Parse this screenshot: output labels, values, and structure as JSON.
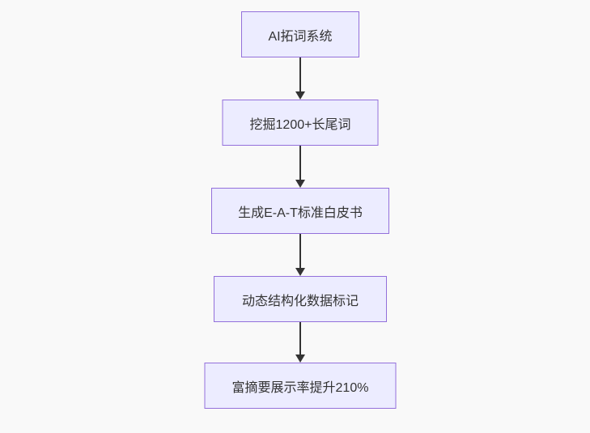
{
  "flowchart": {
    "type": "flowchart",
    "direction": "top-down",
    "background_color": "#f9f9f9",
    "node_fill_color": "#ececff",
    "node_border_color": "#9370db",
    "edge_color": "#333333",
    "text_color": "#333333",
    "nodes": [
      {
        "label": "AI拓词系统"
      },
      {
        "label": "挖掘1200+长尾词"
      },
      {
        "label": "生成E-A-T标准白皮书"
      },
      {
        "label": "动态结构化数据标记"
      },
      {
        "label": "富摘要展示率提升210%"
      }
    ],
    "edges": [
      {
        "from": "AI拓词系统",
        "to": "挖掘1200+长尾词"
      },
      {
        "from": "挖掘1200+长尾词",
        "to": "生成E-A-T标准白皮书"
      },
      {
        "from": "生成E-A-T标准白皮书",
        "to": "动态结构化数据标记"
      },
      {
        "from": "动态结构化数据标记",
        "to": "富摘要展示率提升210%"
      }
    ]
  }
}
